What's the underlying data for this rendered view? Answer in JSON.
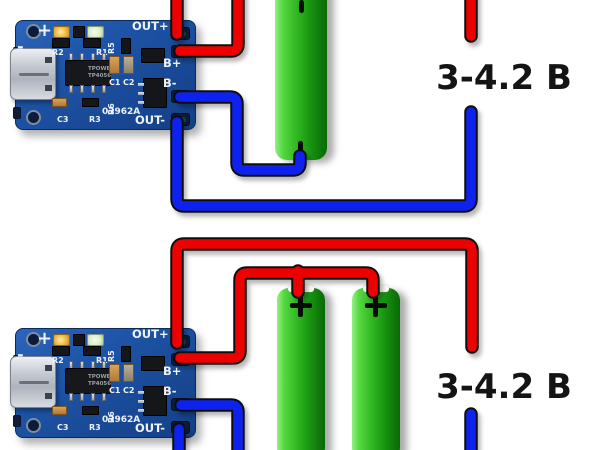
{
  "diagram": {
    "top": {
      "voltage_label": "3-4.2 В",
      "battery_count": 1
    },
    "bottom": {
      "voltage_label": "3-4.2 В",
      "battery_count": 2
    }
  },
  "module": {
    "labels": {
      "plus": "+",
      "minus": "-",
      "out_plus": "OUT+",
      "b_plus": "B+",
      "b_minus": "B-",
      "out_minus": "OUT-",
      "r1": "R1",
      "r2": "R2",
      "r3": "R3",
      "r5": "R5",
      "r6": "R6",
      "c1": "C1",
      "c2": "C2",
      "c3": "C3",
      "board_id": "03962A",
      "ic_line1": "TPOWER",
      "ic_line2": "TP4056"
    }
  },
  "battery": {
    "positive_mark": "+",
    "negative_mark": "-"
  },
  "colors": {
    "wire_positive": "#ec0303",
    "wire_negative": "#0b24ee",
    "wire_outline": "#101010",
    "battery_green": "#2db31f",
    "pcb_blue": "#1d52a4"
  }
}
